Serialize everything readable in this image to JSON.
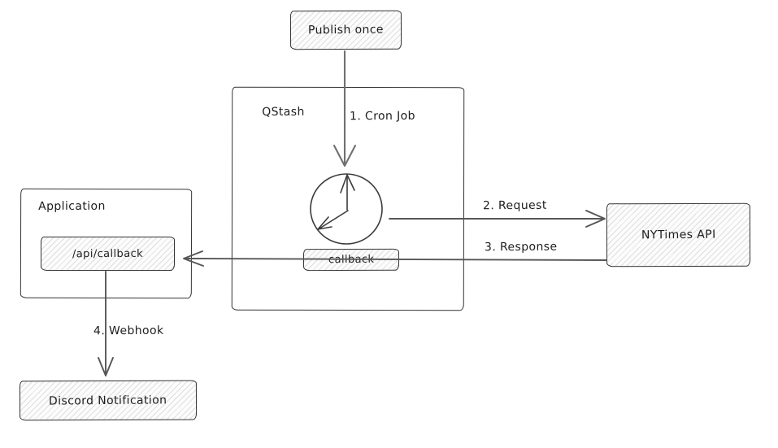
{
  "diagram": {
    "type": "flow-diagram",
    "style": "hand-drawn-whiteboard",
    "nodes": {
      "publish_once": {
        "label": "Publish once"
      },
      "qstash": {
        "label": "QStash"
      },
      "clock": {
        "icon": "clock-icon"
      },
      "callback": {
        "label": "callback"
      },
      "application": {
        "label": "Application"
      },
      "api_callback": {
        "label": "/api/callback"
      },
      "nytimes_api": {
        "label": "NYTimes API"
      },
      "discord": {
        "label": "Discord Notification"
      }
    },
    "edges": [
      {
        "label": "1. Cron Job",
        "from": "publish_once",
        "to": "clock"
      },
      {
        "label": "2. Request",
        "from": "clock",
        "to": "nytimes_api"
      },
      {
        "label": "3. Response",
        "from": "nytimes_api",
        "to": "api_callback"
      },
      {
        "label": "4. Webhook",
        "from": "api_callback",
        "to": "discord"
      }
    ],
    "colors": {
      "canvas_bg": "#ffffff",
      "node_stroke": "#343434",
      "node_fill": "#fcfcfc",
      "arrow": "#565656",
      "cron_arrow": "#707070",
      "text": "#1d1d1d"
    }
  }
}
